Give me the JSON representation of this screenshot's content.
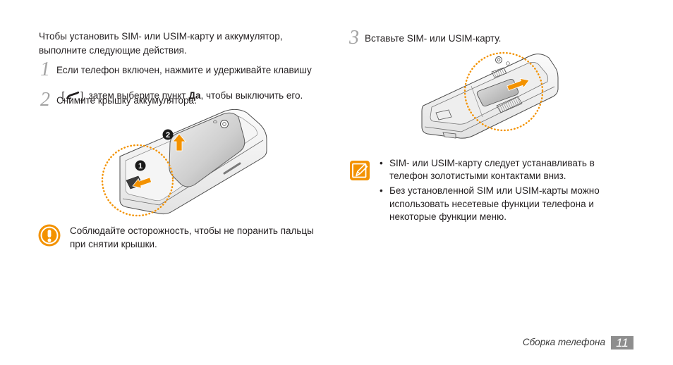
{
  "colors": {
    "accent": "#f39200",
    "text": "#231f20",
    "step_number": "#a3a3a3",
    "page_number_bg": "#8e8e8e"
  },
  "intro": {
    "lines": [
      "Чтобы установить SIM- или USIM-карту и аккумулятор,",
      "выполните следующие действия."
    ]
  },
  "steps": [
    {
      "number": "1",
      "line1": "Если телефон включен, нажмите и удерживайте клавишу",
      "line2": {
        "bracket_open": "[",
        "key_icon": "end-key-icon",
        "after_icon": "], затем выберите пункт ",
        "bold": "Да",
        "end": ", чтобы выключить его."
      }
    },
    {
      "number": "2",
      "text": "Снимите крышку аккумулятора."
    },
    {
      "number": "3",
      "text": "Вставьте SIM- или USIM-карту."
    }
  ],
  "figures": {
    "remove_cover_callouts": [
      "1",
      "2"
    ]
  },
  "caution": {
    "icon": "caution-icon",
    "lines": [
      "Соблюдайте осторожность, чтобы не поранить пальцы",
      "при снятии крышки."
    ]
  },
  "note": {
    "icon": "note-icon",
    "bullet_symbol": "•",
    "bullets": [
      {
        "lines": [
          "SIM- или USIM-карту следует устанавливать в",
          "телефон золотистыми контактами вниз."
        ]
      },
      {
        "lines": [
          "Без установленной SIM или USIM-карты можно",
          "использовать несетевые функции телефона и",
          "некоторые функции меню."
        ]
      }
    ]
  },
  "footer": {
    "section_title": "Сборка телефона",
    "page_number": "11"
  }
}
